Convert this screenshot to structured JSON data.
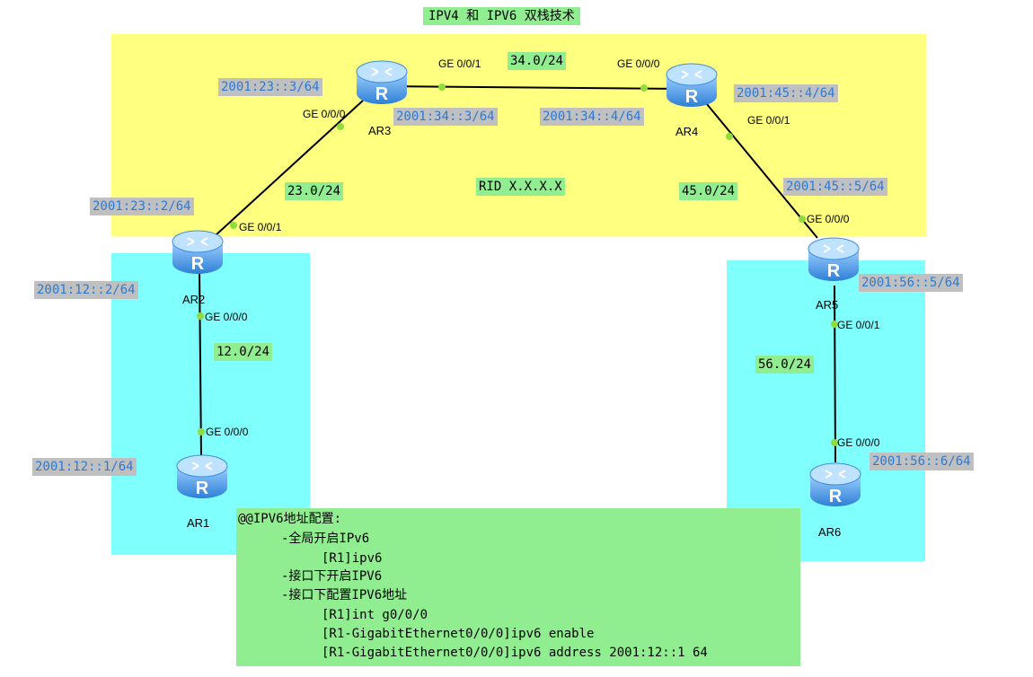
{
  "title": "IPV4 和 IPV6 双栈技术",
  "routers": [
    {
      "id": "ar1",
      "label": "AR1"
    },
    {
      "id": "ar2",
      "label": "AR2"
    },
    {
      "id": "ar3",
      "label": "AR3"
    },
    {
      "id": "ar4",
      "label": "AR4"
    },
    {
      "id": "ar5",
      "label": "AR5"
    },
    {
      "id": "ar6",
      "label": "AR6"
    }
  ],
  "subnets": {
    "ar1_ar2": "12.0/24",
    "ar2_ar3": "23.0/24",
    "ar3_ar4": "34.0/24",
    "ar4_ar5": "45.0/24",
    "ar5_ar6": "56.0/24",
    "rid": "RID X.X.X.X"
  },
  "ipv6": {
    "ar1": "2001:12::1/64",
    "ar2_g0": "2001:12::2/64",
    "ar2_g1": "2001:23::2/64",
    "ar3_g0": "2001:23::3/64",
    "ar3_g1": "2001:34::3/64",
    "ar4_g0": "2001:34::4/64",
    "ar4_g1": "2001:45::4/64",
    "ar5_g0": "2001:45::5/64",
    "ar5_g1": "2001:56::5/64",
    "ar6": "2001:56::6/64"
  },
  "ports": {
    "ar2_g000": "GE 0/0/0",
    "ar1_g000": "GE 0/0/0",
    "ar2_g001": "GE 0/0/1",
    "ar3_g000": "GE 0/0/0",
    "ar3_g001": "GE 0/0/1",
    "ar4_g000": "GE 0/0/0",
    "ar4_g001": "GE 0/0/1",
    "ar5_g000": "GE 0/0/0",
    "ar5_g001": "GE 0/0/1",
    "ar6_g000": "GE 0/0/0"
  },
  "notes": [
    "@@IPV6地址配置:",
    "-全局开启IPv6",
    "[R1]ipv6",
    "-接口下开启IPV6",
    "-接口下配置IPV6地址",
    "[R1]int g0/0/0",
    "[R1-GigabitEthernet0/0/0]ipv6  enable",
    "[R1-GigabitEthernet0/0/0]ipv6 address 2001:12::1 64"
  ],
  "colors": {
    "area_yellow": "#ffff80",
    "area_cyan": "#80ffff",
    "label_green": "#90ee90",
    "ip_bg": "#c0c0c0",
    "ip_text": "#2a7bd8",
    "port_dot": "#8fdc3a",
    "router_blue": "#3f8fe0"
  }
}
